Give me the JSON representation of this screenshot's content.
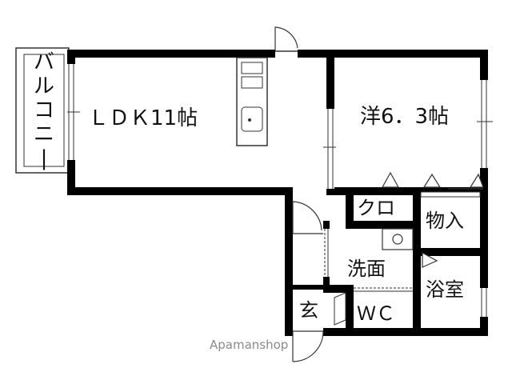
{
  "rooms": {
    "balcony": "バルコニー",
    "ldk": "ＬＤＫ11帖",
    "western": "洋6．3帖",
    "closet": "クロ",
    "storage": "物入",
    "washroom": "洗面",
    "bathroom": "浴室",
    "entrance": "玄",
    "wc": "ＷＣ"
  },
  "watermark": "Apamanshop",
  "colors": {
    "wall": "#000000",
    "line": "#333333",
    "background": "#ffffff",
    "watermark": "#8a8a8a"
  }
}
